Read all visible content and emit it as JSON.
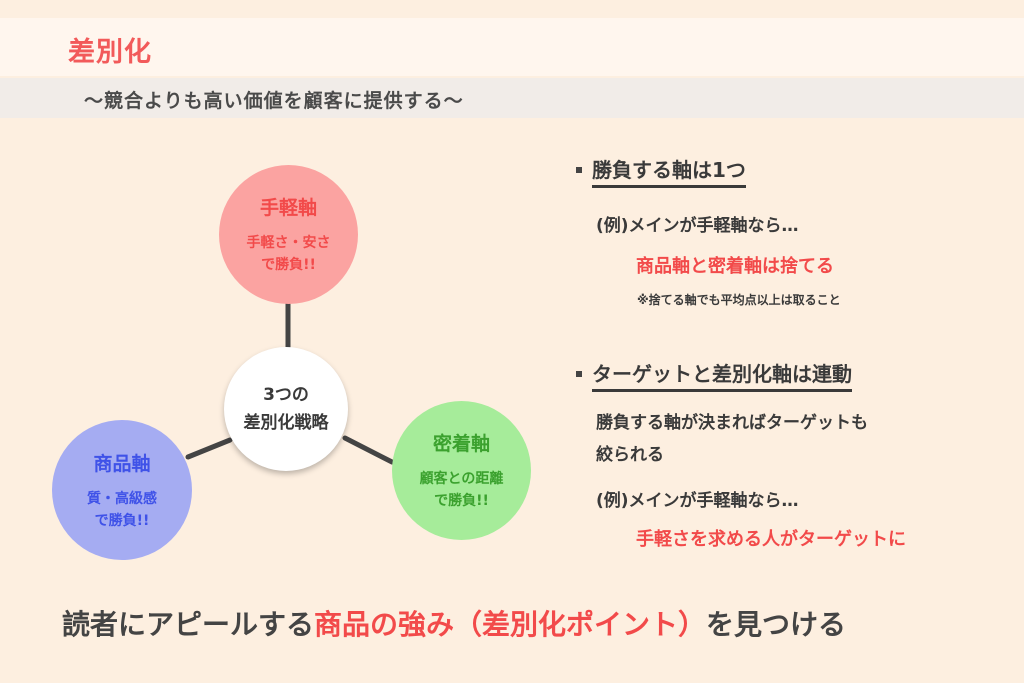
{
  "header": {
    "title": "差別化",
    "subtitle": "〜競合よりも高い価値を顧客に提供する〜"
  },
  "diagram": {
    "center": {
      "line1": "3つの",
      "line2": "差別化戦略"
    },
    "nodes": [
      {
        "name": "手軽軸",
        "desc1": "手軽さ・安さ",
        "desc2": "で勝負!!",
        "color": "#fba3a1",
        "text_color": "#f24a4a"
      },
      {
        "name": "商品軸",
        "desc1": "質・高級感",
        "desc2": "で勝負!!",
        "color": "#a5acf2",
        "text_color": "#3f52e8"
      },
      {
        "name": "密着軸",
        "desc1": "顧客との距離",
        "desc2": "で勝負!!",
        "color": "#a6ec9a",
        "text_color": "#3ba12e"
      }
    ]
  },
  "right": {
    "section1": {
      "heading": "勝負する軸は1つ",
      "example": "(例)メインが手軽軸なら…",
      "highlight": "商品軸と密着軸は捨てる",
      "note": "※捨てる軸でも平均点以上は取ること"
    },
    "section2": {
      "heading": "ターゲットと差別化軸は連動",
      "line1": "勝負する軸が決まればターゲットも",
      "line2": "絞られる",
      "example": "(例)メインが手軽軸なら…",
      "highlight": "手軽さを求める人がターゲットに"
    }
  },
  "footer": {
    "part1": "読者にアピールする",
    "part2": "商品の強み（差別化ポイント）",
    "part3": "を見つける"
  },
  "colors": {
    "background": "#fdefe0",
    "accent_red": "#f24a4a"
  }
}
